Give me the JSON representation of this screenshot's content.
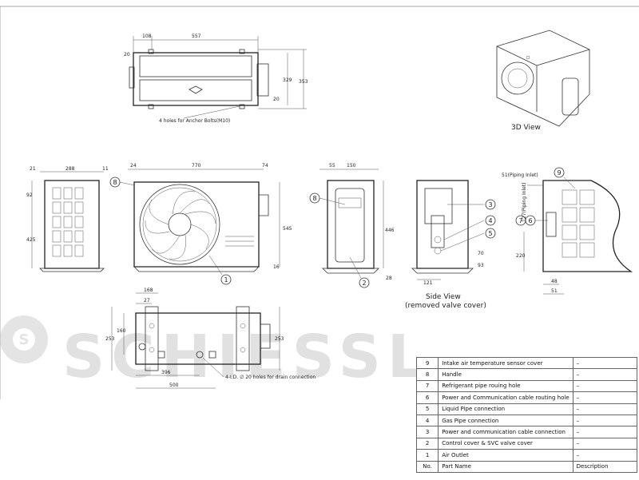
{
  "watermark": "SCHIESSL",
  "views": {
    "top_note": "4 holes for Anchor Bolts(M10)",
    "view_3d": "3D View",
    "side_view_line1": "Side View",
    "side_view_line2": "(removed valve cover)",
    "drain_note": "4-I.D. ∅ 20 holes for drain connection",
    "piping_inlet_top": "51(Piping Inlet)",
    "piping_inlet_side": "127(Piping Inlet)"
  },
  "dimensions": {
    "top_108": "108",
    "top_557": "557",
    "top_20a": "20",
    "top_329": "329",
    "top_353": "353",
    "top_20b": "20",
    "left_21": "21",
    "left_288": "288",
    "left_11": "11",
    "left_92": "92",
    "left_425": "425",
    "front_24": "24",
    "front_770": "770",
    "front_74": "74",
    "front_545": "545",
    "front_16": "16",
    "side_55": "55",
    "side_150": "150",
    "side_446": "446",
    "side_28": "28",
    "valve_70": "70",
    "valve_93": "93",
    "valve_121": "121",
    "right_220": "220",
    "right_48": "48",
    "right_51": "51",
    "bottom_168": "168",
    "bottom_27": "27",
    "bottom_160": "160",
    "bottom_253a": "253",
    "bottom_253b": "253",
    "bottom_396": "396",
    "bottom_500": "500"
  },
  "callouts": {
    "c1": "1",
    "c2": "2",
    "c3": "3",
    "c4": "4",
    "c5": "5",
    "c6": "6",
    "c7": "7",
    "c8a": "8",
    "c8b": "8",
    "c9": "9"
  },
  "table": {
    "header": {
      "no": "No.",
      "name": "Part Name",
      "desc": "Description"
    },
    "rows": [
      {
        "no": "9",
        "name": "Intake air temperature sensor cover",
        "desc": "–"
      },
      {
        "no": "8",
        "name": "Handle",
        "desc": "–"
      },
      {
        "no": "7",
        "name": "Refrigerant pipe rouing hole",
        "desc": "–"
      },
      {
        "no": "6",
        "name": "Power and Communication cable routing hole",
        "desc": "–"
      },
      {
        "no": "5",
        "name": "Liquid Pipe connection",
        "desc": "–"
      },
      {
        "no": "4",
        "name": "Gas Pipe connection",
        "desc": "–"
      },
      {
        "no": "3",
        "name": "Power and communication cable connection",
        "desc": "–"
      },
      {
        "no": "2",
        "name": "Control cover & SVC valve cover",
        "desc": "–"
      },
      {
        "no": "1",
        "name": "Air Outlet",
        "desc": "–"
      }
    ]
  }
}
